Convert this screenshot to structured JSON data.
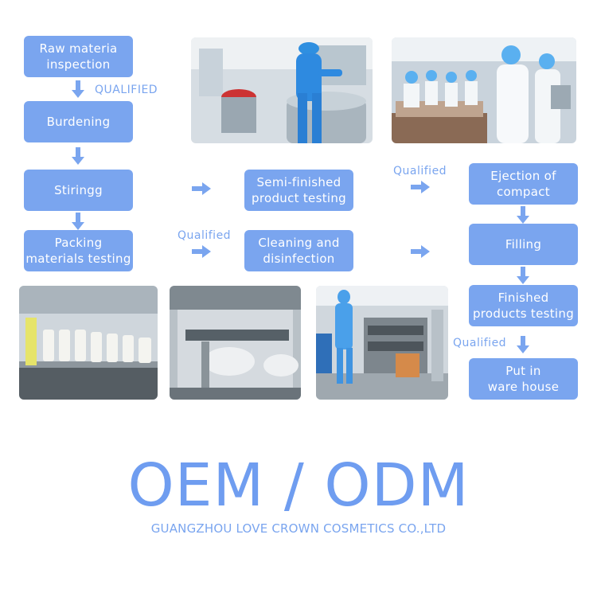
{
  "steps": {
    "raw_inspection": "Raw materia\ninspection",
    "burdening": "Burdening",
    "stirring": "Stiringg",
    "packing_testing": "Packing\nmaterials testing",
    "semi_testing": "Semi-finished\nproduct testing",
    "cleaning": "Cleaning and\ndisinfection",
    "ejection": "Ejection of\ncompact",
    "filling": "Filling",
    "finished_testing": "Finished\nproducts testing",
    "warehouse": "Put in\nware house"
  },
  "labels": {
    "qualified_upper": "QUALIFIED",
    "qualified_1": "Qualified",
    "qualified_2": "Qualified",
    "qualified_3": "Qualified"
  },
  "brand": {
    "headline": "OEM / ODM",
    "company": "GUANGZHOU LOVE CROWN COSMETICS CO.,LTD"
  },
  "colors": {
    "accent": "#7aa5ef",
    "headline": "#6f9df0"
  },
  "icons": {
    "arrow_down": "arrow-down-icon",
    "arrow_right": "arrow-right-icon"
  }
}
